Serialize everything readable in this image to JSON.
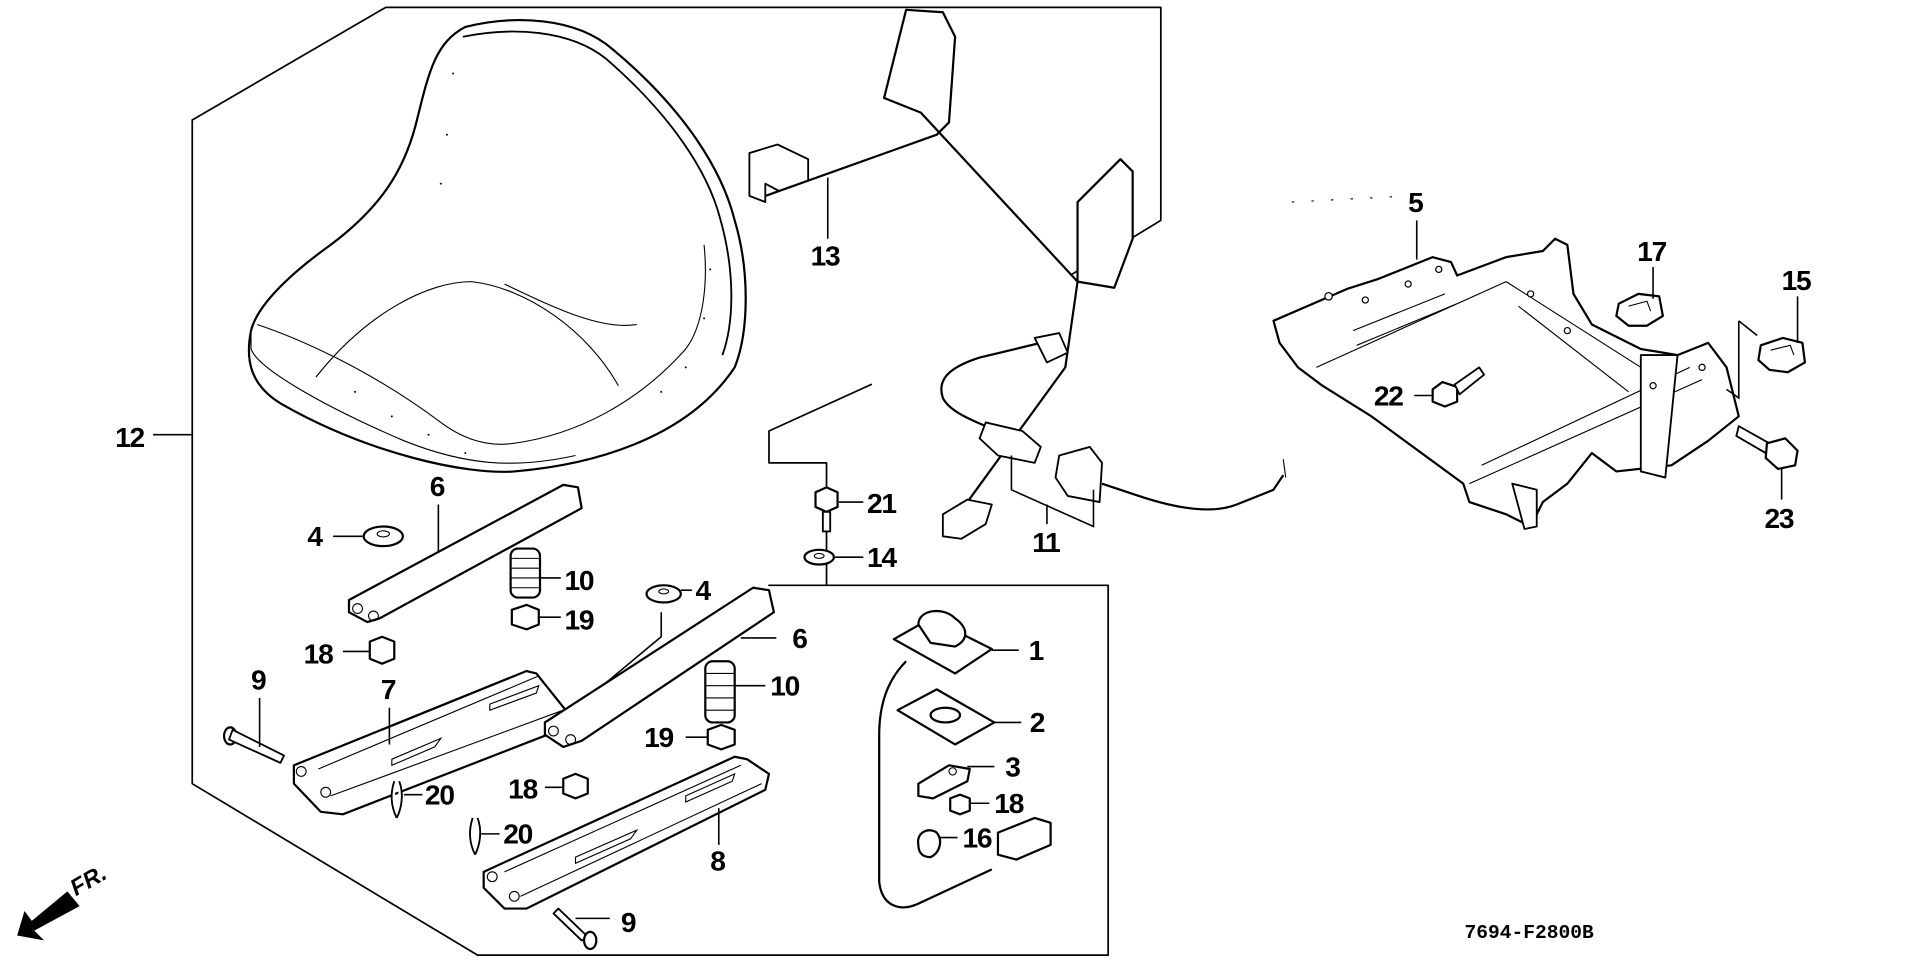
{
  "diagram": {
    "title": "Seat assembly exploded parts diagram",
    "figure_code": "7694-F2800B",
    "direction_indicator": "FR.",
    "callouts": [
      {
        "id": "c12",
        "number": "12",
        "part": "seat"
      },
      {
        "id": "c13",
        "number": "13",
        "part": "seat-switch-wire-bracket"
      },
      {
        "id": "c5",
        "number": "5",
        "part": "seat-frame"
      },
      {
        "id": "c17",
        "number": "17",
        "part": "clip-nut"
      },
      {
        "id": "c15",
        "number": "15",
        "part": "clip-nut"
      },
      {
        "id": "c22",
        "number": "22",
        "part": "flange-bolt"
      },
      {
        "id": "c23",
        "number": "23",
        "part": "flange-bolt"
      },
      {
        "id": "c11",
        "number": "11",
        "part": "seat-belt-set"
      },
      {
        "id": "c21",
        "number": "21",
        "part": "flange-bolt"
      },
      {
        "id": "c14",
        "number": "14",
        "part": "washer"
      },
      {
        "id": "c6a",
        "number": "6",
        "part": "seat-rail"
      },
      {
        "id": "c4a",
        "number": "4",
        "part": "rubber-cushion"
      },
      {
        "id": "c10a",
        "number": "10",
        "part": "spring"
      },
      {
        "id": "c19a",
        "number": "19",
        "part": "collar"
      },
      {
        "id": "c18a",
        "number": "18",
        "part": "flange-nut"
      },
      {
        "id": "c9a",
        "number": "9",
        "part": "pin"
      },
      {
        "id": "c7",
        "number": "7",
        "part": "seat-slide-left"
      },
      {
        "id": "c4b",
        "number": "4",
        "part": "rubber-cushion"
      },
      {
        "id": "c6b",
        "number": "6",
        "part": "seat-rail"
      },
      {
        "id": "c10b",
        "number": "10",
        "part": "spring"
      },
      {
        "id": "c19b",
        "number": "19",
        "part": "collar"
      },
      {
        "id": "c20a",
        "number": "20",
        "part": "cotter-pin"
      },
      {
        "id": "c18b",
        "number": "18",
        "part": "flange-nut"
      },
      {
        "id": "c20b",
        "number": "20",
        "part": "cotter-pin"
      },
      {
        "id": "c8",
        "number": "8",
        "part": "seat-slide-right"
      },
      {
        "id": "c9b",
        "number": "9",
        "part": "pin"
      },
      {
        "id": "c1",
        "number": "1",
        "part": "seat-switch"
      },
      {
        "id": "c2",
        "number": "2",
        "part": "switch-plate"
      },
      {
        "id": "c3",
        "number": "3",
        "part": "switch-clamp"
      },
      {
        "id": "c18c",
        "number": "18",
        "part": "flange-nut"
      },
      {
        "id": "c16",
        "number": "16",
        "part": "wire-clamp"
      }
    ]
  }
}
